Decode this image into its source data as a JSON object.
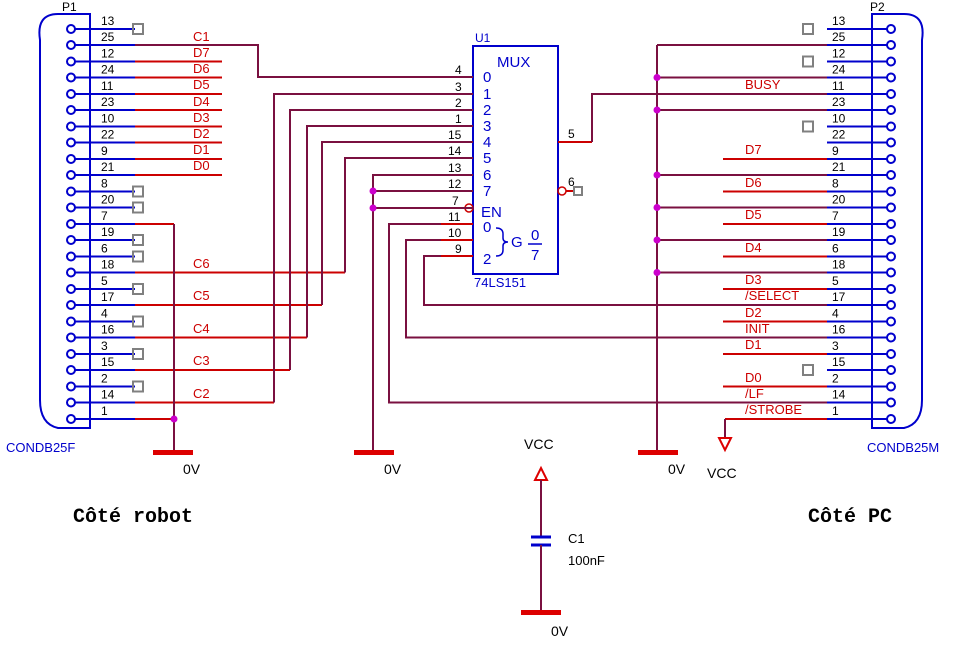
{
  "colors": {
    "wire": "#7a1040",
    "pin": "#0000cc",
    "label": "#cc0000",
    "ground": "#dd0000",
    "junction": "#cc00cc",
    "nc": "#808080",
    "text": "#000000",
    "chip": "#0000cc"
  },
  "p1": {
    "ref": "P1",
    "part": "CONDB25F",
    "rows": [
      {
        "top": "13",
        "bottom": "25"
      },
      {
        "top": "12",
        "bottom": "24"
      },
      {
        "top": "11",
        "bottom": "23"
      },
      {
        "top": "10",
        "bottom": "22"
      },
      {
        "top": "9",
        "bottom": "21"
      },
      {
        "top": "8",
        "bottom": "20"
      },
      {
        "top": "7",
        "bottom": "19"
      },
      {
        "top": "6",
        "bottom": "18"
      },
      {
        "top": "5",
        "bottom": "17"
      },
      {
        "top": "4",
        "bottom": "16"
      },
      {
        "top": "3",
        "bottom": "15"
      },
      {
        "top": "2",
        "bottom": "14"
      },
      {
        "top": "1",
        "bottom": ""
      }
    ]
  },
  "p2": {
    "ref": "P2",
    "part": "CONDB25M",
    "rows": [
      {
        "top": "13",
        "bottom": "25"
      },
      {
        "top": "12",
        "bottom": "24"
      },
      {
        "top": "11",
        "bottom": "23"
      },
      {
        "top": "10",
        "bottom": "22"
      },
      {
        "top": "9",
        "bottom": "21"
      },
      {
        "top": "8",
        "bottom": "20"
      },
      {
        "top": "7",
        "bottom": "19"
      },
      {
        "top": "6",
        "bottom": "18"
      },
      {
        "top": "5",
        "bottom": "17"
      },
      {
        "top": "4",
        "bottom": "16"
      },
      {
        "top": "3",
        "bottom": "15"
      },
      {
        "top": "2",
        "bottom": "14"
      },
      {
        "top": "1",
        "bottom": ""
      }
    ]
  },
  "robot_labels": [
    "C1",
    "D7",
    "D6",
    "D5",
    "D4",
    "D3",
    "D2",
    "D1",
    "D0",
    "C6",
    "C5",
    "C4",
    "C3",
    "C2"
  ],
  "pc_labels": [
    "BUSY",
    "D7",
    "D6",
    "D5",
    "D4",
    "D3",
    "/SELECT",
    "D2",
    "INIT",
    "D1",
    "D0",
    "/LF",
    "/STROBE"
  ],
  "u1": {
    "ref": "U1",
    "title": "MUX",
    "part": "74LS151",
    "left_pins": [
      "4",
      "3",
      "2",
      "1",
      "15",
      "14",
      "13",
      "12",
      "7",
      "11",
      "10",
      "9"
    ],
    "inputs": [
      "0",
      "1",
      "2",
      "3",
      "4",
      "5",
      "6",
      "7"
    ],
    "en": "EN",
    "sel_low": "0",
    "sel_high": "2",
    "g": "G",
    "frac_num": "0",
    "frac_den": "7",
    "out_y": "5",
    "out_w": "6"
  },
  "power": {
    "gnd1": "0V",
    "gnd2": "0V",
    "gnd3": "0V",
    "gnd4": "0V",
    "vcc1": "VCC",
    "vcc2": "VCC"
  },
  "c1": {
    "ref": "C1",
    "value": "100nF"
  },
  "captions": {
    "robot": "Côté robot",
    "pc": "Côté PC"
  }
}
